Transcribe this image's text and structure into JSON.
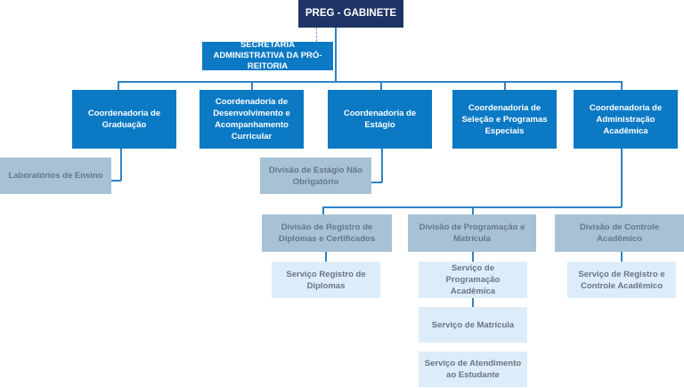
{
  "gabinete": {
    "label": "PREG - GABINETE"
  },
  "secretaria": {
    "label": "SECRETARIA  ADMINISTRATIVA DA PRÓ-REITORIA"
  },
  "coordenadorias": [
    {
      "label": "Coordenadoria de Graduação"
    },
    {
      "label": "Coordenadoria de Desenvolvimento e Acompanhamento Curricular"
    },
    {
      "label": "Coordenadoria de Estágio"
    },
    {
      "label": "Coordenadoria de Seleção e Programas Especiais"
    },
    {
      "label": "Coordenadoria de Administração Acadêmica"
    }
  ],
  "sub_units": {
    "laboratorios": {
      "label": "Laboratórios de Ensino"
    },
    "estagio_nao_obrigatorio": {
      "label": "Divisão de Estágio Não Obrigatório"
    }
  },
  "divisoes": [
    {
      "label": "Divisão de Registro de Diplomas e Certificados"
    },
    {
      "label": "Divisão de Programação e Matrícula"
    },
    {
      "label": "Divisão de Controle Acadêmico"
    }
  ],
  "servicos": [
    {
      "label": "Serviço Registro de Diplomas"
    },
    {
      "label": "Serviço de Programação Acadêmica"
    },
    {
      "label": "Serviço de Matrícula"
    },
    {
      "label": "Serviço de Atendimento ao Estudante"
    },
    {
      "label": "Serviço de Registro e Controle Acadêmico"
    }
  ]
}
